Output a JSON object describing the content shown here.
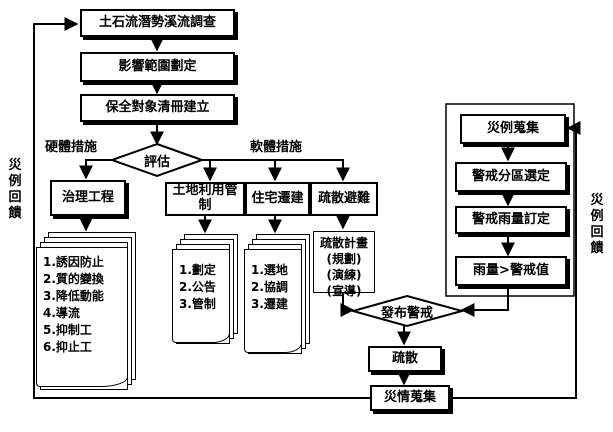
{
  "flow": {
    "survey": "土石流潛勢溪流調查",
    "impact": "影響範圍劃定",
    "protect": "保全對象清冊建立",
    "evaluate": "評估",
    "hard_measure": "硬體措施",
    "soft_measure": "軟體措施",
    "treatment": "治理工程",
    "land_use": "土地利用管制",
    "relocation": "住宅遷建",
    "evacuation": "疏散避難",
    "release_alert": "發布警戒",
    "evacuate": "疏散",
    "disaster_collect": "災情蒐集",
    "feedback_left": "災例回饋",
    "feedback_right": "災例回饋"
  },
  "right_chain": {
    "case_collect": "災例蒐集",
    "zone_select": "警戒分區選定",
    "rain_set": "警戒雨量訂定",
    "rain_gt": "雨量>警戒值"
  },
  "treatment_list": [
    "1.誘因防止",
    "2.質的變換",
    "3.降低動能",
    "4.導流",
    "5.抑制工",
    "6.抑止工"
  ],
  "land_list": [
    "1.劃定",
    "2.公告",
    "3.管制"
  ],
  "relocation_list": [
    "1.選地",
    "2.協調",
    "3.遷建"
  ],
  "evac_plan": [
    "疏散計畫",
    "(規劃)",
    "(演練)",
    "(宣導)"
  ]
}
